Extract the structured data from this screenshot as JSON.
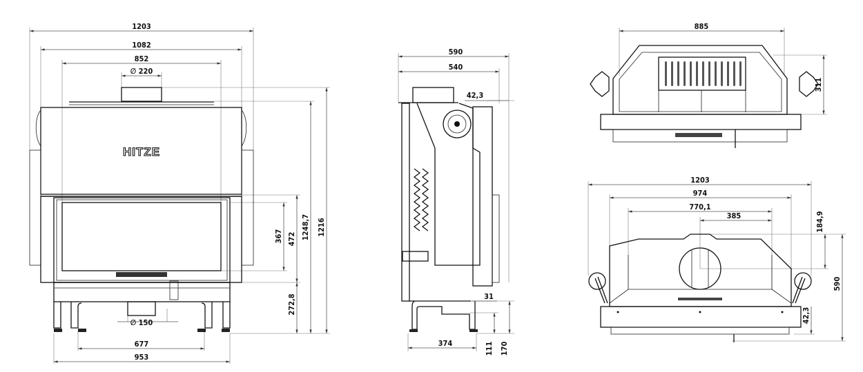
{
  "brand": "HITZE",
  "front_view": {
    "width_overall": "1203",
    "width_body": "1082",
    "width_opening": "852",
    "flue_top": "∅ 220",
    "glass_height": "367",
    "door_height": "472",
    "height_top_plate": "1248,7",
    "height_flue": "1216",
    "base_height": "272,8",
    "flue_bottom": "∅ 150",
    "leg_spacing": "677",
    "base_width": "953"
  },
  "side_view": {
    "depth_overall": "590",
    "depth_body": "540",
    "door_offset": "42,3",
    "door_step": "31",
    "leg_spacing": "374",
    "leg_height": "111",
    "base_height": "170"
  },
  "top_view": {
    "width": "885",
    "depth": "311"
  },
  "plan_view": {
    "width_overall": "1203",
    "width_body": "974",
    "width_inner": "770,1",
    "flue_offset_x": "385",
    "flue_offset_y": "184,9",
    "depth_overall": "590",
    "door_offset": "42,3"
  }
}
